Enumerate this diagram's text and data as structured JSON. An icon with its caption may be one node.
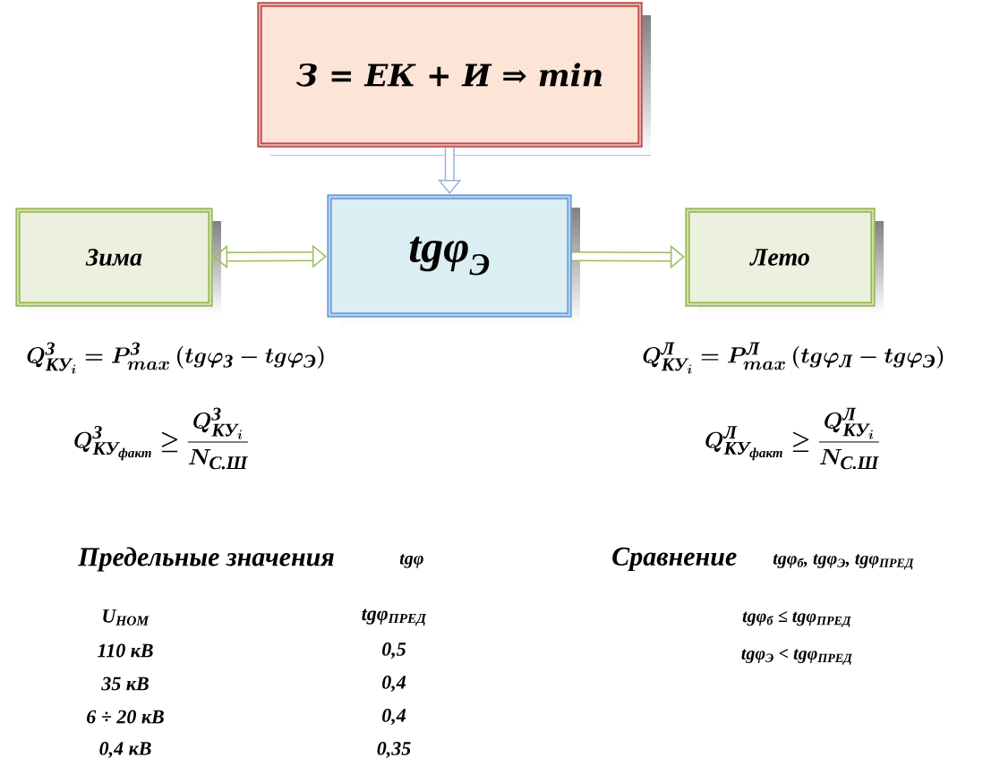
{
  "diagram": {
    "nodes": [
      {
        "text": [
          "З = ЕК + И ⇒ min"
        ]
      },
      {
        "text": [
          "Зима"
        ]
      },
      {
        "text": [
          "tgφ$_{Э}$"
        ]
      },
      {
        "text": [
          "Лето"
        ]
      }
    ],
    "edges": [
      {
        "from": 0,
        "to": 2,
        "arrow": "to",
        "color": "#95b3d7"
      },
      {
        "from": 1,
        "to": 2,
        "arrow": "both"
      },
      {
        "from": 2,
        "to": 3,
        "arrow": "to"
      }
    ],
    "labels": [
      "Q^{\\text{З}}_{\\text{КУ}_{i}} = P^{\\text{З}}_{max}\\left(tg\\varphi_{\\text{З}} - tg\\varphi_{\\text{Э}}\\right)",
      "Q^{\\text{З}}_{\\text{КУ}_{\\text{факт}}} \\geq \\frac{Q^{\\text{З}}_{\\text{КУ}_{i}}}{N_{\\text{С.Ш}}}",
      "Q^{\\text{Л}}_{\\text{КУ}_{i}} = P^{\\text{Л}}_{max}\\left(tg\\varphi_{\\text{Л}} - tg\\varphi_{\\text{Э}}\\right)",
      "Q^{\\text{Л}}_{\\text{КУ}_{\\text{факт}}} \\geq \\frac{Q^{\\text{Л}}_{\\text{КУ}_{i}}}{N_{\\text{С.Ш}}}",
      "Предельные значения",
      "tgφ",
      "U$_{НОМ}$",
      "tgφ$_{ПРЕД}$",
      "110 кВ",
      "0,5",
      "35 кВ",
      "0,4",
      "6 ÷ 20 кВ",
      "0,4",
      "0,4 кВ",
      "0,35",
      "Сравнение",
      "tgφ$_{б}$,  tgφ$_{Э}$,  tgφ$_{ПРЕД}$",
      "tgφ$_{б}$ ≤ tgφ$_{ПРЕД}$",
      "tgφ$_{Э}$ < tgφ$_{ПРЕД}$"
    ]
  }
}
